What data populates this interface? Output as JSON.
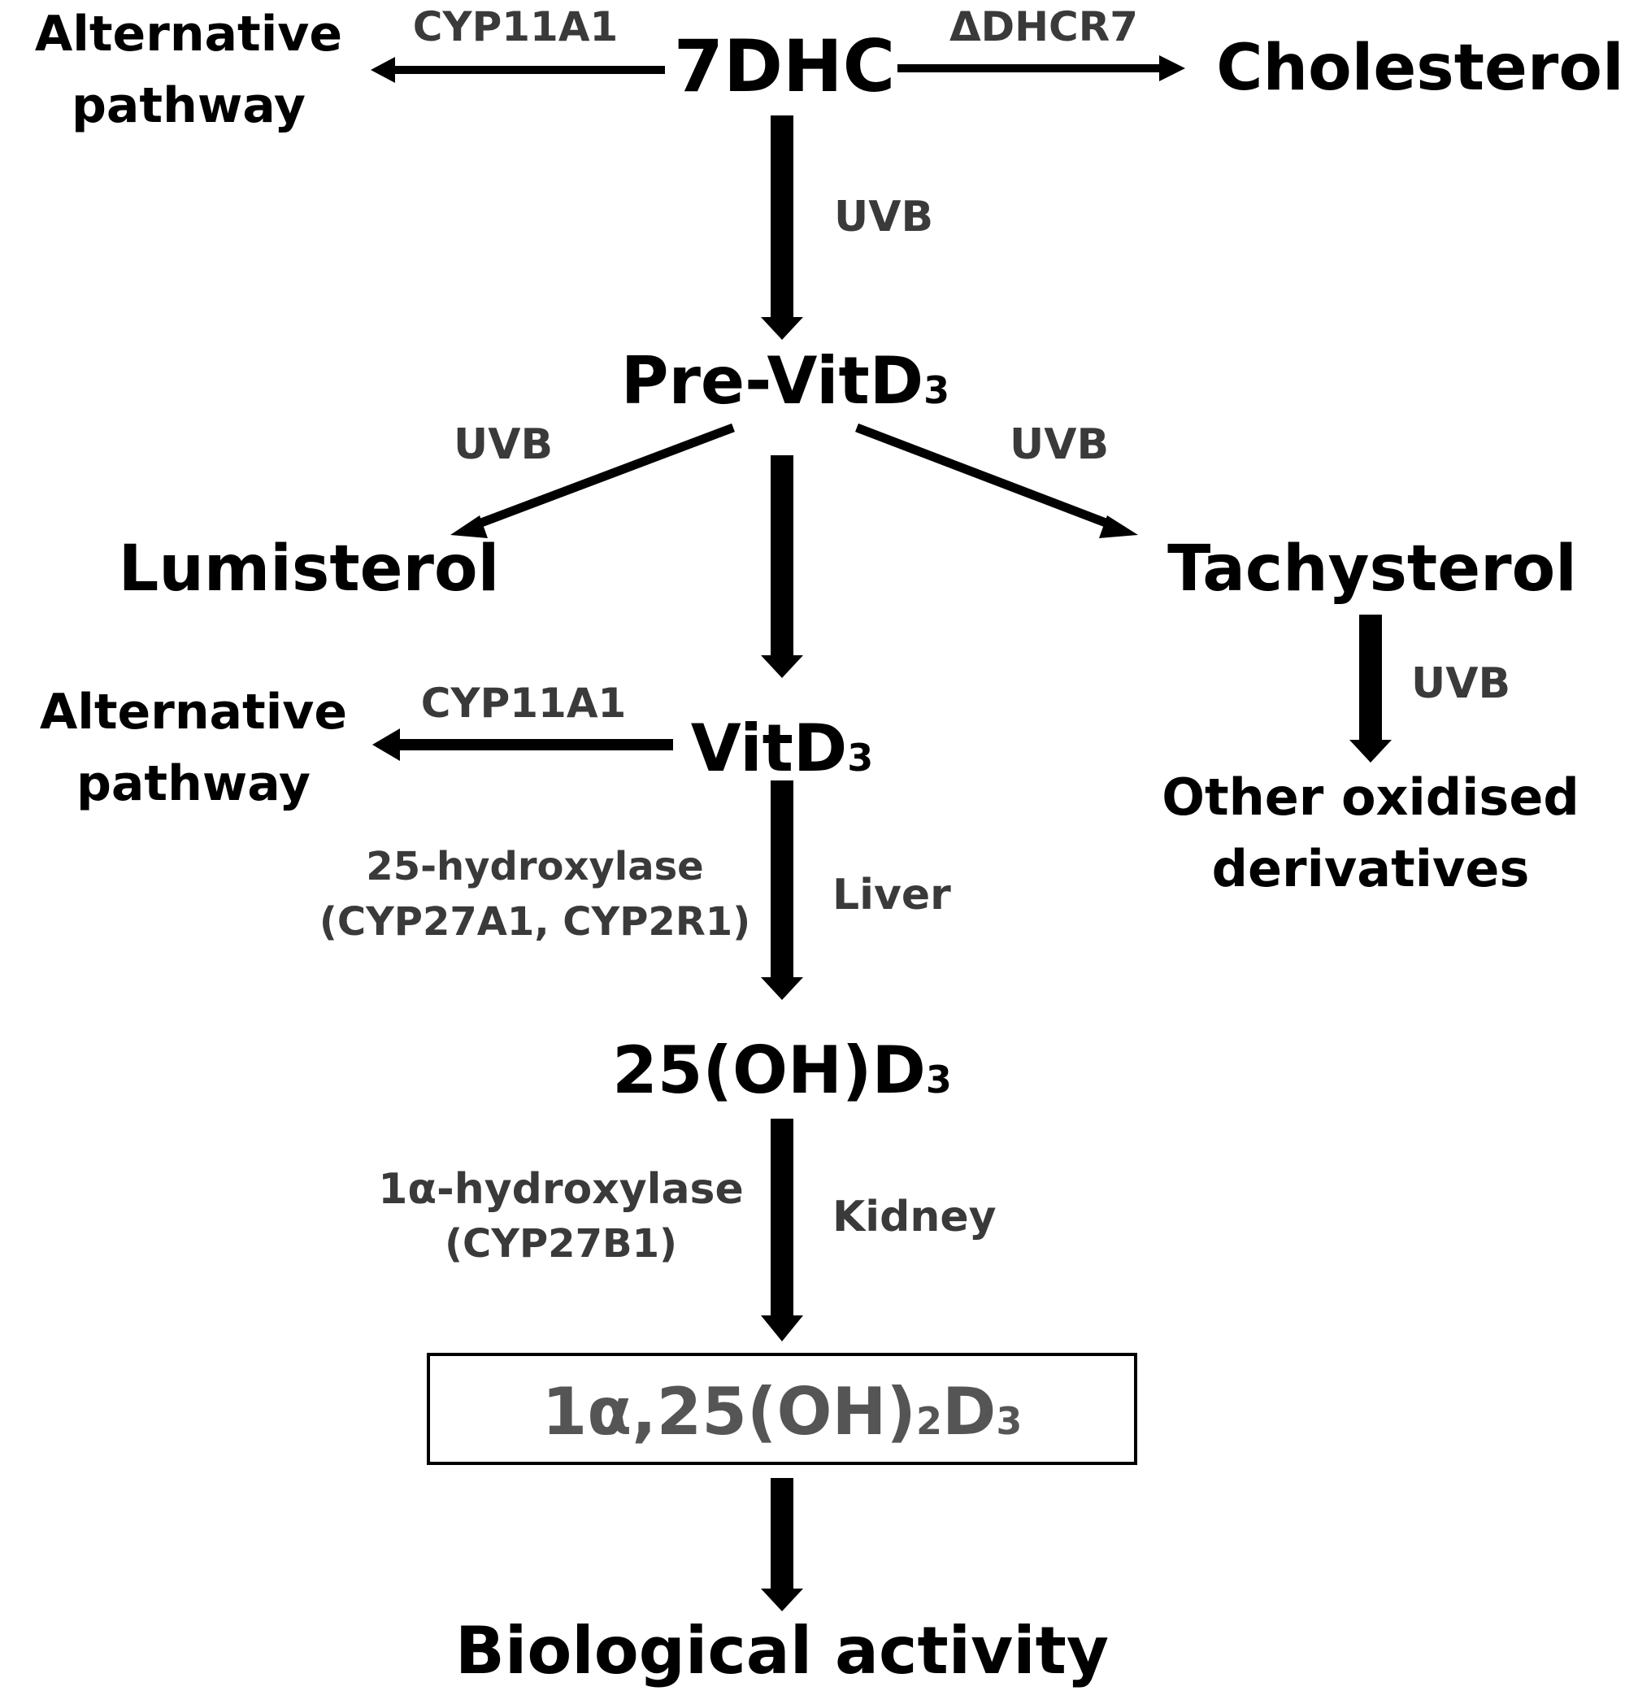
{
  "nodes": {
    "alt1_line1": "Alternative",
    "alt1_line2": "pathway",
    "dhc": "7DHC",
    "cholesterol": "Cholesterol",
    "previt": "Pre-VitD",
    "previt_sub": "3",
    "lumisterol": "Lumisterol",
    "tachysterol": "Tachysterol",
    "alt2_line1": "Alternative",
    "alt2_line2": "pathway",
    "vitd": "VitD",
    "vitd_sub": "3",
    "other_line1": "Other oxidised",
    "other_line2": "derivatives",
    "ohd_main": "25(OH)D",
    "ohd_sub": "3",
    "final_main": "1α,25(OH)",
    "final_sub2": "2",
    "final_d": "D",
    "final_sub3": "3",
    "bio": "Biological activity"
  },
  "labels": {
    "cyp11a1_top": "CYP11A1",
    "dhcr7": "ΔDHCR7",
    "uvb_1": "UVB",
    "uvb_left": "UVB",
    "uvb_right": "UVB",
    "uvb_tachy": "UVB",
    "cyp11a1_mid": "CYP11A1",
    "hydroxylase25_line1": "25-hydroxylase",
    "hydroxylase25_line2": "(CYP27A1, CYP2R1)",
    "liver": "Liver",
    "hydroxylase1a_line1": "1α-hydroxylase",
    "hydroxylase1a_line2": "(CYP27B1)",
    "kidney": "Kidney"
  },
  "colors": {
    "node_text": "#000000",
    "enzyme_text": "#3a3a3a",
    "final_text": "#555555",
    "arrow": "#000000"
  }
}
